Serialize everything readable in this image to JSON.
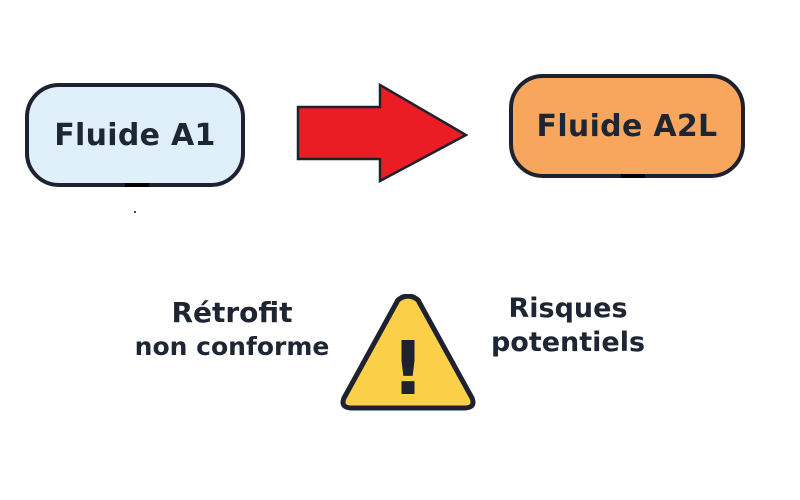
{
  "nodes": {
    "source": {
      "label": "Fluide A1",
      "fill": "#dff0fb"
    },
    "target": {
      "label": "Fluide A2L",
      "fill": "#f8a65e"
    }
  },
  "arrow": {
    "fill": "#ea1c24",
    "stroke": "#1e2230",
    "icon": "right-arrow-icon"
  },
  "warning": {
    "icon": "warning-triangle-icon",
    "fill": "#fccf48",
    "stroke": "#1e2230",
    "glyph": "!"
  },
  "left_text": {
    "line1": "Rétrofit",
    "line2": "non conforme"
  },
  "right_text": {
    "line1": "Risques",
    "line2": "potentiels"
  }
}
